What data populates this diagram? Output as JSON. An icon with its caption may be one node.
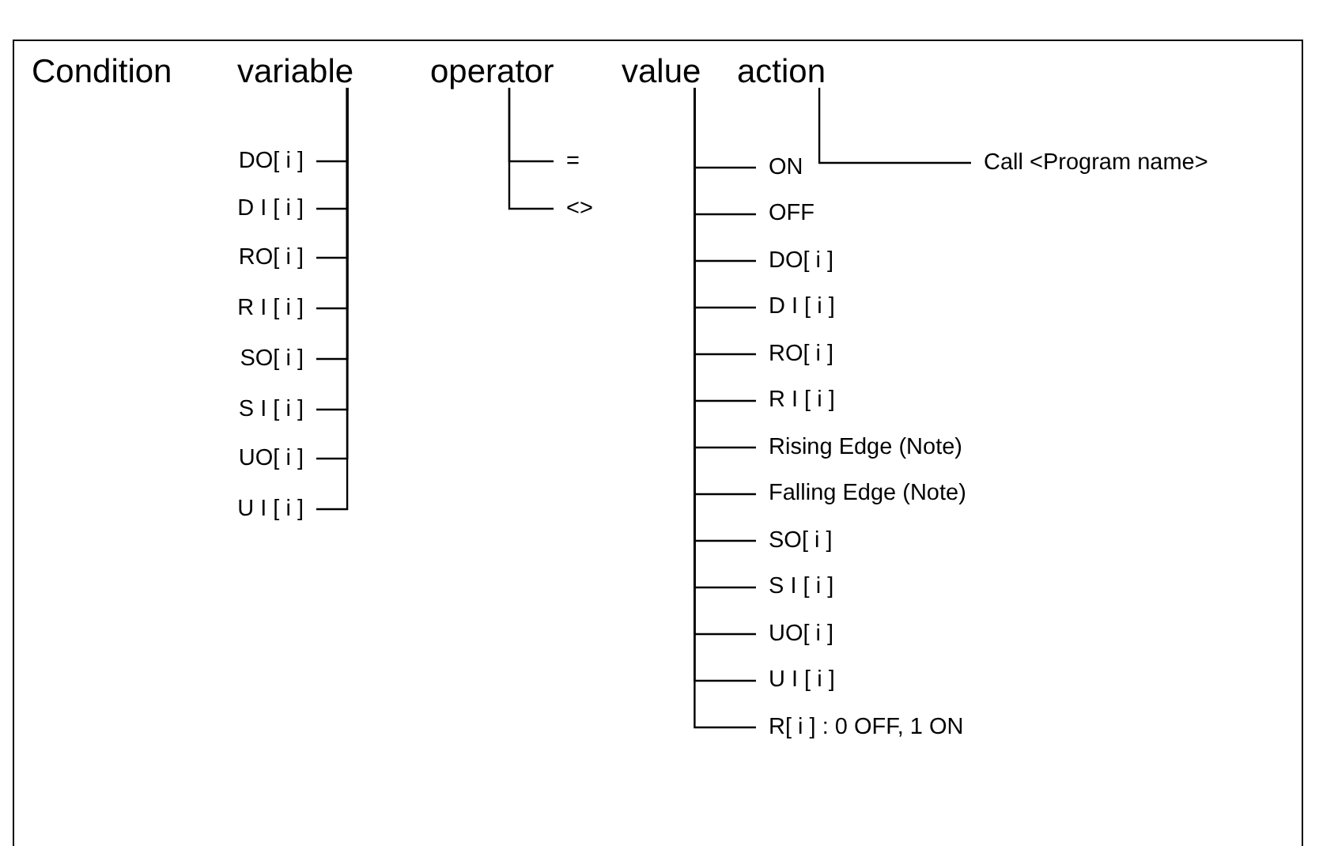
{
  "diagram": {
    "nodes": [
      {
        "text": [
          "variable"
        ]
      },
      {
        "text": [
          "operator"
        ]
      },
      {
        "text": [
          "value"
        ]
      },
      {
        "text": [
          "action"
        ]
      },
      {
        "text": [
          "DO[ i ]"
        ]
      },
      {
        "text": [
          "D I [ i ]"
        ]
      },
      {
        "text": [
          "RO[ i ]"
        ]
      },
      {
        "text": [
          "R I [ i ]"
        ]
      },
      {
        "text": [
          "SO[ i ]"
        ]
      },
      {
        "text": [
          "S I [ i ]"
        ]
      },
      {
        "text": [
          "UO[ i ]"
        ]
      },
      {
        "text": [
          "U I [ i ]"
        ]
      },
      {
        "text": [
          "="
        ]
      },
      {
        "text": [
          "<>"
        ]
      },
      {
        "text": [
          "ON"
        ]
      },
      {
        "text": [
          "OFF"
        ]
      },
      {
        "text": [
          "DO[ i ]"
        ]
      },
      {
        "text": [
          "D I [ i ]"
        ]
      },
      {
        "text": [
          "RO[ i ]"
        ]
      },
      {
        "text": [
          "R I [ i ]"
        ]
      },
      {
        "text": [
          "Rising Edge (Note)"
        ]
      },
      {
        "text": [
          "Falling Edge (Note)"
        ]
      },
      {
        "text": [
          "SO[ i ]"
        ]
      },
      {
        "text": [
          "S I [ i ]"
        ]
      },
      {
        "text": [
          "UO[ i ]"
        ]
      },
      {
        "text": [
          "U I [ i ]"
        ]
      },
      {
        "text": [
          "R[ i ] : 0 OFF, 1 ON"
        ]
      },
      {
        "text": [
          "Call <Program name>"
        ]
      }
    ],
    "edges": [
      {
        "from": 0,
        "to": 4,
        "arrow": "none"
      },
      {
        "from": 0,
        "to": 5,
        "arrow": "none"
      },
      {
        "from": 0,
        "to": 6,
        "arrow": "none"
      },
      {
        "from": 0,
        "to": 7,
        "arrow": "none"
      },
      {
        "from": 0,
        "to": 8,
        "arrow": "none"
      },
      {
        "from": 0,
        "to": 9,
        "arrow": "none"
      },
      {
        "from": 0,
        "to": 10,
        "arrow": "none"
      },
      {
        "from": 0,
        "to": 11,
        "arrow": "none"
      },
      {
        "from": 1,
        "to": 12,
        "arrow": "none"
      },
      {
        "from": 1,
        "to": 13,
        "arrow": "none"
      },
      {
        "from": 2,
        "to": 14,
        "arrow": "none"
      },
      {
        "from": 2,
        "to": 15,
        "arrow": "none"
      },
      {
        "from": 2,
        "to": 16,
        "arrow": "none"
      },
      {
        "from": 2,
        "to": 17,
        "arrow": "none"
      },
      {
        "from": 2,
        "to": 18,
        "arrow": "none"
      },
      {
        "from": 2,
        "to": 19,
        "arrow": "none"
      },
      {
        "from": 2,
        "to": 20,
        "arrow": "none"
      },
      {
        "from": 2,
        "to": 21,
        "arrow": "none"
      },
      {
        "from": 2,
        "to": 22,
        "arrow": "none"
      },
      {
        "from": 2,
        "to": 23,
        "arrow": "none"
      },
      {
        "from": 2,
        "to": 24,
        "arrow": "none"
      },
      {
        "from": 2,
        "to": 25,
        "arrow": "none"
      },
      {
        "from": 2,
        "to": 26,
        "arrow": "none"
      },
      {
        "from": 3,
        "to": 27,
        "arrow": "none"
      }
    ],
    "labels": [
      "Condition"
    ]
  }
}
